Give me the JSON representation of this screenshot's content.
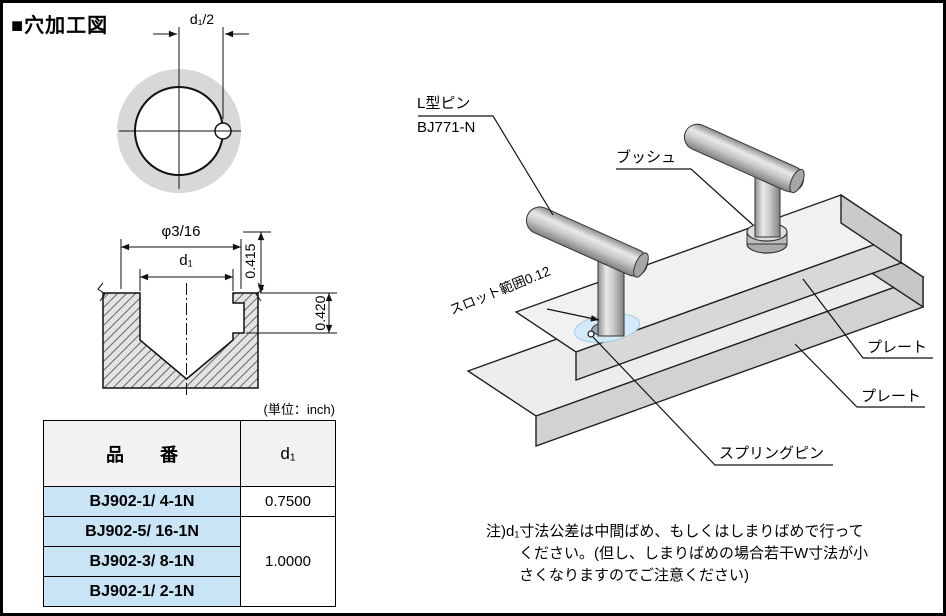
{
  "page": {
    "title": "■穴加工図"
  },
  "circle_view": {
    "dim_d1_half": "d₁/2"
  },
  "section_view": {
    "dim_phi": "φ3/16",
    "dim_d1": "d₁",
    "dim_depth_a": "0.415",
    "dim_depth_b": "0.420"
  },
  "table": {
    "unit_label": "(単位：inch)",
    "header_part": "品　　番",
    "header_d1": "d₁",
    "rows": [
      {
        "part": "BJ902-1/ 4-1N"
      },
      {
        "part": "BJ902-5/ 16-1N"
      },
      {
        "part": "BJ902-3/ 8-1N"
      },
      {
        "part": "BJ902-1/ 2-1N"
      }
    ],
    "d1_row0": "0.7500",
    "d1_merged": "1.0000"
  },
  "iso_view": {
    "l_pin_label": "L型ピン",
    "l_pin_model": "BJ771-N",
    "bush_label": "ブッシュ",
    "slot_label": "スロット範囲0.12",
    "plate_label_1": "プレート",
    "plate_label_2": "プレート",
    "spring_pin_label": "スプリングピン"
  },
  "note": {
    "line1": "注)d₁寸法公差は中間ばめ、もしくはしまりばめで行って",
    "line2": "ください。(但し、しまりばめの場合若干W寸法が小",
    "line3": "さくなりますのでご注意ください)"
  }
}
